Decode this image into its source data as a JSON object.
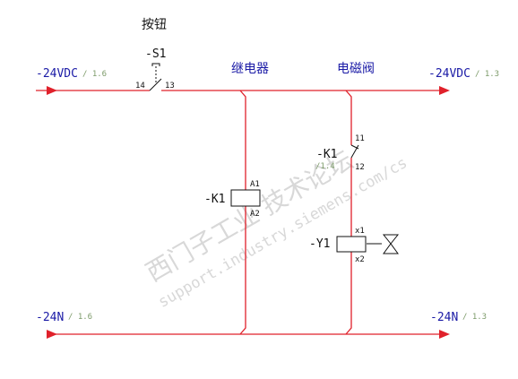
{
  "labels": {
    "button_title": "按钮",
    "relay_title": "继电器",
    "valve_title": "电磁阀",
    "s1_tag": "-S1",
    "k1_coil_tag": "-K1",
    "k1_contact_tag": "-K1",
    "y1_tag": "-Y1"
  },
  "rails": {
    "top_left_name": "-24VDC",
    "top_left_ref": "/ 1.6",
    "top_right_name": "-24VDC",
    "top_right_ref": "/ 1.3",
    "bottom_left_name": "-24N",
    "bottom_left_ref": "/ 1.6",
    "bottom_right_name": "-24N",
    "bottom_right_ref": "/ 1.3"
  },
  "terminals": {
    "s1_in": "14",
    "s1_out": "13",
    "k1_a1": "A1",
    "k1_a2": "A2",
    "k1_contact_top": "11",
    "k1_contact_bottom": "12",
    "k1_contact_ref": "/1.4",
    "y1_x1": "x1",
    "y1_x2": "x2"
  },
  "watermark": {
    "line1": "西门子工业 技术论坛",
    "line2": "support.industry.siemens.com/cs"
  },
  "colors": {
    "wire": "#e0212b",
    "component": "#111111",
    "label": "#1a1aa6",
    "reference": "#7d9b6a"
  }
}
